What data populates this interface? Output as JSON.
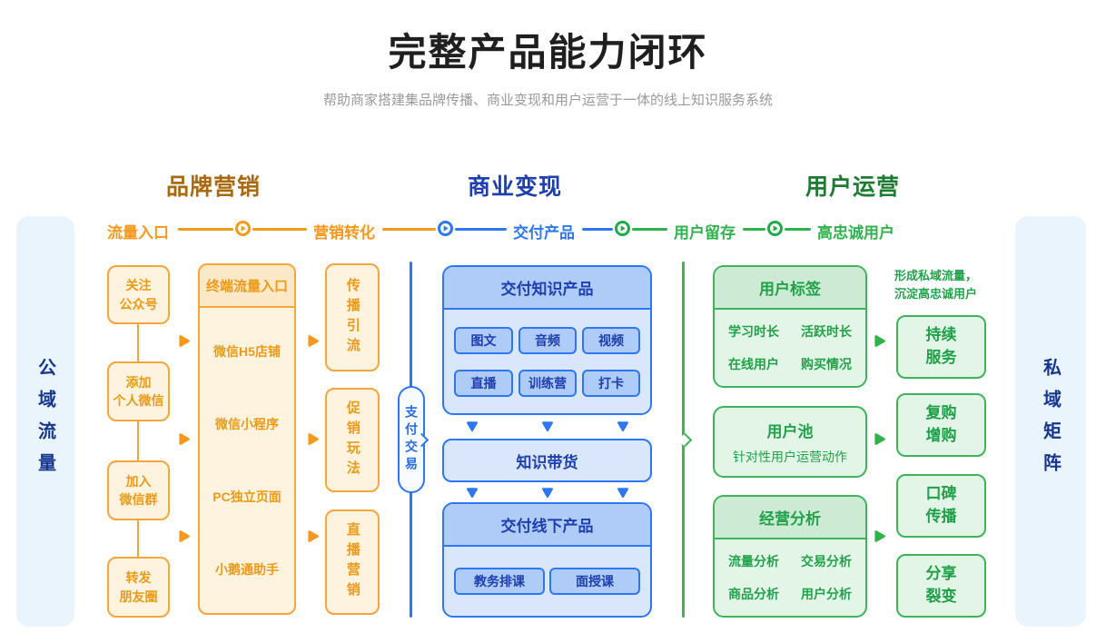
{
  "page": {
    "title": "完整产品能力闭环",
    "subtitle": "帮助商家搭建集品牌传播、商业变现和用户运营于一体的线上知识服务系统"
  },
  "section_headers": [
    "品牌营销",
    "商业变现",
    "用户运营"
  ],
  "timeline": {
    "stages": [
      "流量入口",
      "营销转化",
      "交付产品",
      "用户留存",
      "高忠诚用户"
    ]
  },
  "side_bars": {
    "left": "公域流量",
    "right": "私域矩阵"
  },
  "traffic_entry": {
    "boxes": [
      "关注\n公众号",
      "添加\n个人微信",
      "加入\n微信群",
      "转发\n朋友圈"
    ]
  },
  "terminal_entry": {
    "header": "终端流量入口",
    "items": [
      "微信H5店铺",
      "微信小程序",
      "PC独立页面",
      "小鹅通助手"
    ]
  },
  "marketing_tools": [
    "传播引流",
    "促销玩法",
    "直播营销"
  ],
  "payment": "支付交易",
  "knowledge_products": {
    "header": "交付知识产品",
    "chips": [
      "图文",
      "音频",
      "视频",
      "直播",
      "训练营",
      "打卡"
    ]
  },
  "knowledge_goods": "知识带货",
  "offline_products": {
    "header": "交付线下产品",
    "chips": [
      "教务排课",
      "面授课"
    ]
  },
  "user_tags": {
    "header": "用户标签",
    "items": [
      "学习时长",
      "活跃时长",
      "在线用户",
      "购买情况"
    ]
  },
  "user_pool": {
    "header": "用户池",
    "desc": "针对性用户运营动作"
  },
  "business_analysis": {
    "header": "经营分析",
    "items": [
      "流量分析",
      "交易分析",
      "商品分析",
      "用户分析"
    ]
  },
  "loyal_users": {
    "note": "形成私域流量，\n沉淀高忠诚用户",
    "boxes": [
      "持续\n服务",
      "复购\n增购",
      "口碑\n传播",
      "分享\n裂变"
    ]
  },
  "colors": {
    "orange": "#F5981C",
    "orange_border": "#F4A63C",
    "orange_fill": "#FDF3DF",
    "orange_header_fill": "#FAE8C7",
    "orange_text": "#ED9A16",
    "brand_header": "#A8690F",
    "blue": "#2E77F2",
    "blue_fill": "#D9E6FB",
    "blue_chip": "#AFCBF7",
    "blue_text": "#1D3FAF",
    "green": "#2EB24C",
    "green_border": "#3CB457",
    "green_fill": "#E3F5E7",
    "green_header_fill": "#CDEBD4",
    "green_text": "#21A24A",
    "user_ops_header": "#1E7C32",
    "bar_fill": "#EAF4FC",
    "bar_text": "#17378F",
    "title_text": "#1F1F1F",
    "subtitle_text": "#9A9A9A"
  }
}
